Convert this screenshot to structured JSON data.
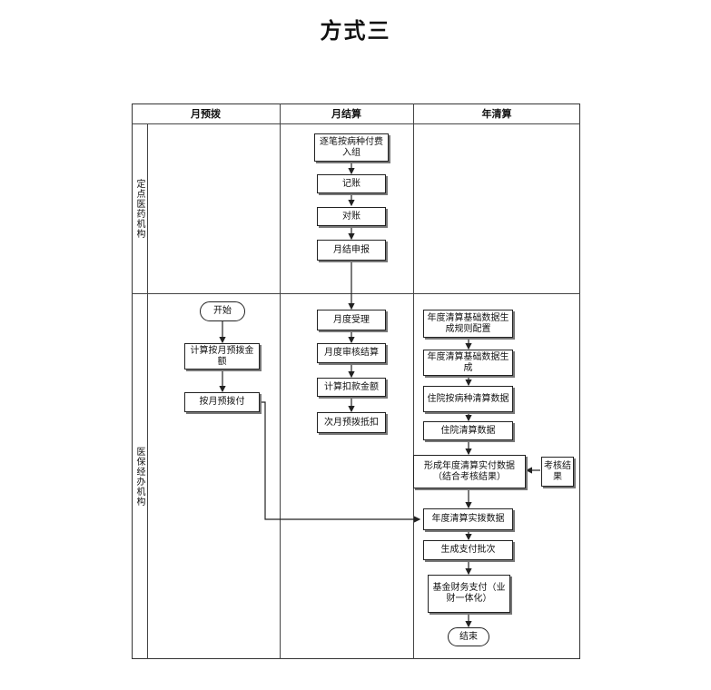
{
  "title": "方式三",
  "lanes": {
    "col1": "月预拨",
    "col2": "月结算",
    "col3": "年清算",
    "row1": "定点医药机构",
    "row2": "医保经办机构"
  },
  "nodes": {
    "n1": "逐笔按病种付费入组",
    "n2": "记账",
    "n3": "对账",
    "n4": "月结申报",
    "start": "开始",
    "p1": "计算按月预拨金额",
    "p2": "按月预拨付",
    "m1": "月度受理",
    "m2": "月度审核结算",
    "m3": "计算扣款金额",
    "m4": "次月预拨抵扣",
    "y1": "年度清算基础数据生成规则配置",
    "y2": "年度清算基础数据生成",
    "y3": "住院按病种清算数据",
    "y4": "住院清算数据",
    "y5": "形成年度清算实付数据（结合考核结果）",
    "kh": "考核结果",
    "y6": "年度清算实拨数据",
    "y7": "生成支付批次",
    "y8": "基金财务支付（业财一体化）",
    "end": "结束"
  }
}
